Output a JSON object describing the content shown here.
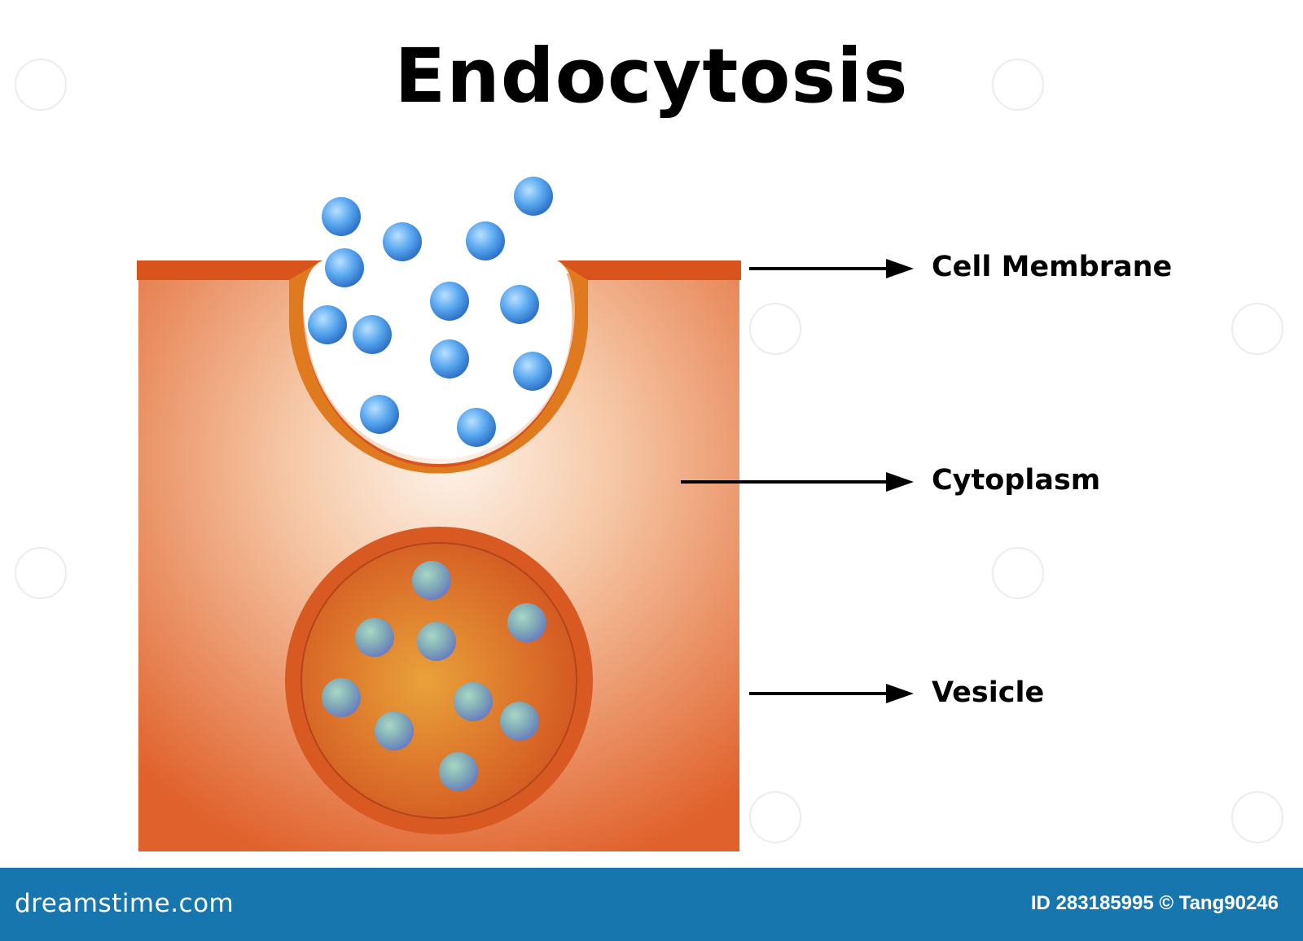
{
  "title": "Endocytosis",
  "labels": {
    "cell_membrane": "Cell Membrane",
    "cytoplasm": "Cytoplasm",
    "vesicle": "Vesicle"
  },
  "footer": {
    "brand": "dreamstime.com",
    "credit": "ID 283185995 © Tang90246"
  },
  "watermark": "dreamstime",
  "colors": {
    "membrane": "#d9531c",
    "pit_membrane": "#e07a1f",
    "cytoplasm_edge": "#e0622a",
    "cytoplasm_center": "#fdf0e4",
    "vesicle_outer": "#d75820",
    "vesicle_center": "#e8a23a",
    "particle": "#4d9be8",
    "footer_bg": "#1676ad"
  }
}
